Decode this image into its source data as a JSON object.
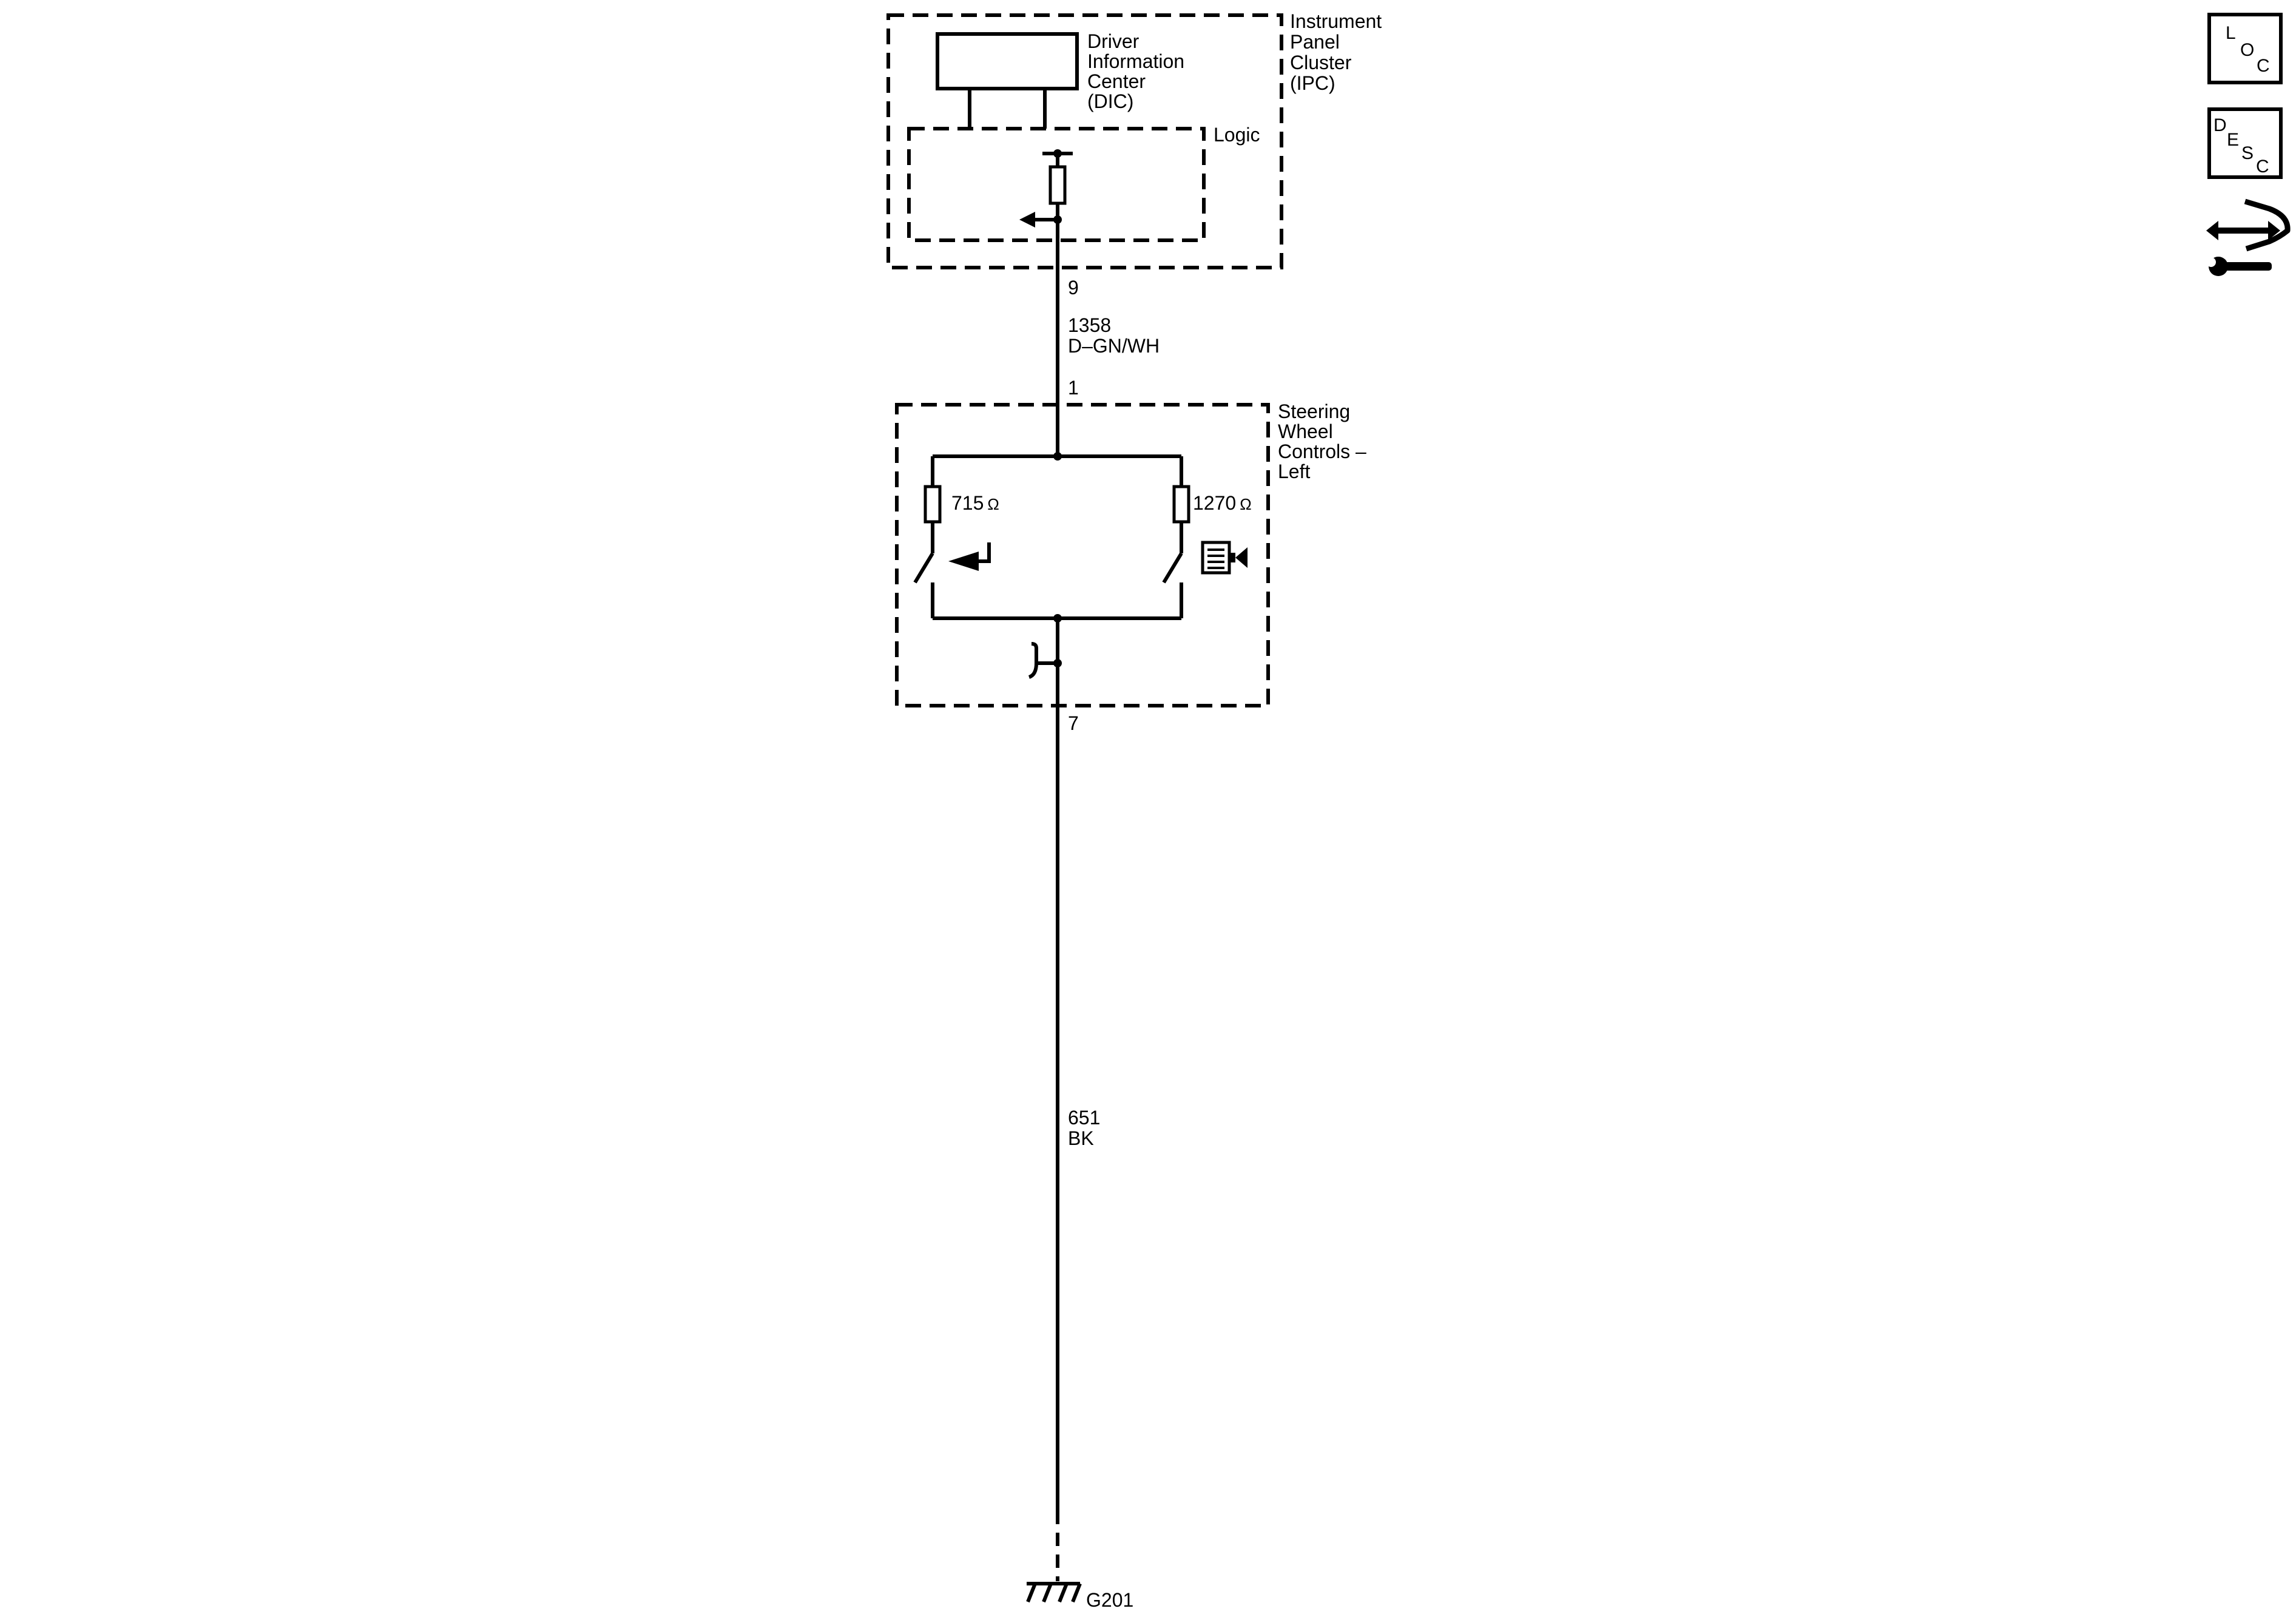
{
  "components": {
    "ipc": {
      "title_lines": [
        "Instrument",
        "Panel",
        "Cluster",
        "(IPC)"
      ]
    },
    "dic": {
      "title_lines": [
        "Driver",
        "Information",
        "Center",
        "(DIC)"
      ]
    },
    "logic": {
      "title": "Logic"
    },
    "swc": {
      "title_lines": [
        "Steering",
        "Wheel",
        "Controls –",
        "Left"
      ]
    }
  },
  "pins": {
    "ipc_out": "9",
    "swc_in": "1",
    "swc_out": "7"
  },
  "wires": {
    "signal": {
      "circuit": "1358",
      "color": "D–GN/WH"
    },
    "ground": {
      "circuit": "651",
      "color": "BK"
    }
  },
  "resistors": {
    "left": {
      "value": "715",
      "unit": "Ω"
    },
    "right": {
      "value": "1270",
      "unit": "Ω"
    }
  },
  "ground": {
    "label": "G201"
  },
  "side_icons": [
    {
      "name": "location-icon",
      "letters": [
        "L",
        "O",
        "C"
      ]
    },
    {
      "name": "description-icon",
      "letters": [
        "D",
        "E",
        "S",
        "C"
      ]
    },
    {
      "name": "diagnostic-tool-icon"
    }
  ],
  "colors": {
    "line": "#000000",
    "background": "#ffffff"
  }
}
